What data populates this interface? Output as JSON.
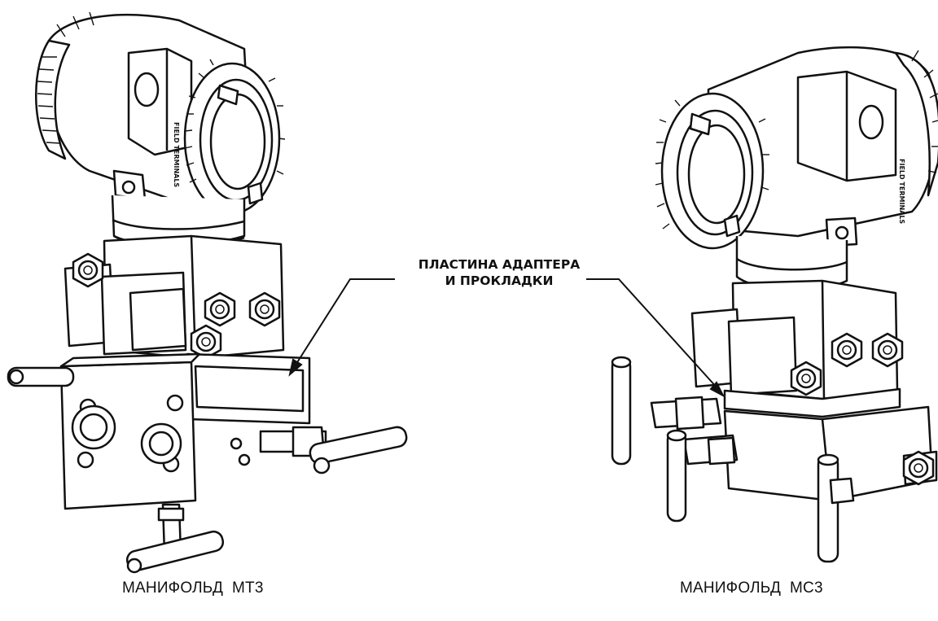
{
  "callout": {
    "line1": "ПЛАСТИНА АДАПТЕРА",
    "line2": "И ПРОКЛАДКИ"
  },
  "captions": {
    "left": "МАНИФОЛЬД  МТ3",
    "right": "МАНИФОЛЬД  МС3"
  },
  "housing_labels": {
    "left": "FIELD TERMINALS",
    "right": "FIELD TERMINALS"
  },
  "colors": {
    "stroke": "#111111",
    "background": "#ffffff",
    "shade": "#d9d9d9"
  }
}
